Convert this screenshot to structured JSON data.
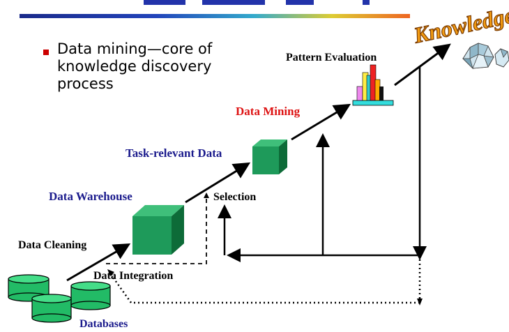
{
  "bullet": {
    "text": "Data mining—core of knowledge discovery process"
  },
  "labels": {
    "knowledge": "Knowledge",
    "pattern_evaluation": "Pattern Evaluation",
    "data_mining": "Data Mining",
    "task_relevant": "Task-relevant Data",
    "data_warehouse": "Data Warehouse",
    "selection": "Selection",
    "data_cleaning": "Data Cleaning",
    "data_integration": "Data Integration",
    "databases": "Databases"
  },
  "colors": {
    "cube": "#1e9a5a",
    "cube_dark": "#0d6b38",
    "cube_light": "#3fbf7a",
    "blue_label": "#1a1a8c",
    "red_label": "#dd1111",
    "knowledge_fill": "#f39c12",
    "db_fill": "#22bb66"
  },
  "icons": {
    "knowledge": "gem-icon",
    "pattern": "bar-chart-icon"
  }
}
